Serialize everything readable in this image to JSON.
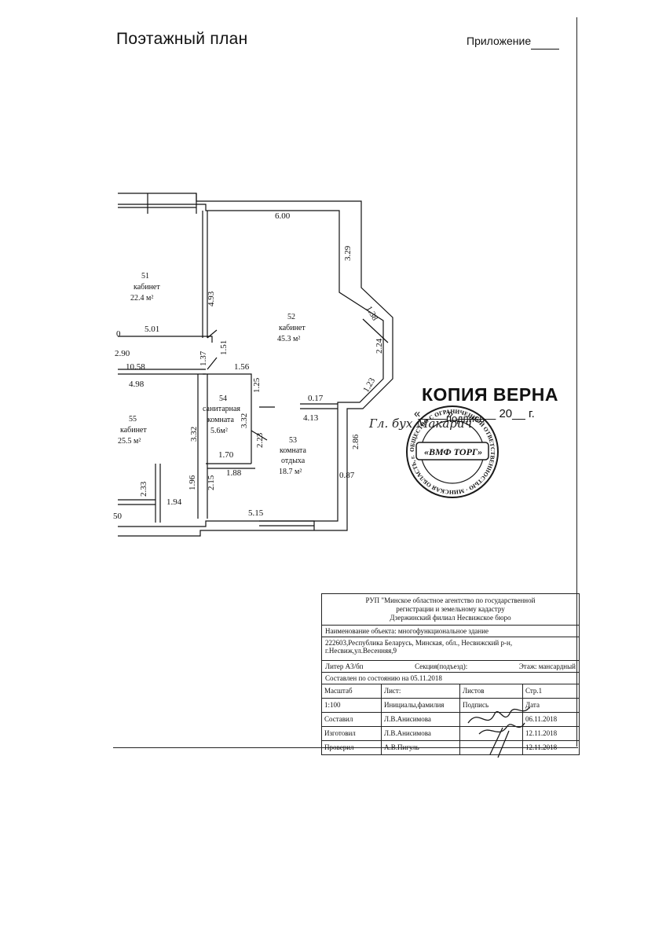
{
  "header": {
    "title": "Поэтажный план",
    "appendix_label": "Приложение"
  },
  "rooms": [
    {
      "number": "51",
      "name": "кабинет",
      "area": "22.4 м²"
    },
    {
      "number": "52",
      "name": "кабинет",
      "area": "45.3 м²"
    },
    {
      "number": "53",
      "name_line1": "комната",
      "name_line2": "отдыха",
      "area": "18.7 м²"
    },
    {
      "number": "54",
      "name_line1": "санитарная",
      "name_line2": "комната",
      "area": "5.6м²"
    },
    {
      "number": "55",
      "name": "кабинет",
      "area": "25.5 м²"
    }
  ],
  "dimensions": {
    "d600": "6.00",
    "d329": "3.29",
    "d138": "1.38",
    "d224": "2.24",
    "d123": "1.23",
    "d493": "4.93",
    "d501": "5.01",
    "d290": "2.90",
    "d151": "1.51",
    "d137": "1.37",
    "d1058": "10.58",
    "d156": "1.56",
    "d498": "4.98",
    "d125": "1.25",
    "d017": "0.17",
    "d413": "4.13",
    "d332a": "3.32",
    "d332b": "3.32",
    "d223": "2.23",
    "d286": "2.86",
    "d170": "1.70",
    "d188": "1.88",
    "d087": "0.87",
    "d233": "2.33",
    "d196": "1.96",
    "d215": "2.15",
    "d194": "1.94",
    "d515": "5.15",
    "d50": "50",
    "d0": "0"
  },
  "stamp": {
    "copy_text": "КОПИЯ ВЕРНА",
    "date_text": "«____» ______ 20__ г.",
    "handwriting": "Гл. бух                        Макарич",
    "signature_label": "подпись",
    "seal_center": "«ВМФ ТОРГ»",
    "seal_outer": "ОБЩЕСТВО С ОГРАНИЧЕННОЙ ОТВЕТСТВЕННОСТЬЮ · МИНСКАЯ ОБЛАСТЬ, г. НЕСВИЖ · РЕСПУБЛИКА БЕЛАРУСЬ ·"
  },
  "title_block": {
    "agency_line1": "РУП \"Минское областное агентство по государственной",
    "agency_line2": "регистрации и земельному кадастру",
    "agency_line3": "Дзержинский филиал   Несвижское   бюро",
    "object_name": "Наименование объекта: многофункциональное здание",
    "address_line1": "222603,Республика Беларусь, Минская, обл., Несвижский р-н,",
    "address_line2": "г.Несвиж,ул.Весенняя,9",
    "litera": "Литер  А3/бп",
    "section": "Секция(подъезд):",
    "floor": "Этаж:  мансардный",
    "compiled_state": "Составлен по состоянию на 05.11.2018",
    "scale_label": "Масштаб",
    "sheet_label": "Лист:",
    "sheets_label": "Листов",
    "page_label": "Стр.1",
    "scale_value": "1:100",
    "initials_label": "Инициалы,фамилия",
    "signature_label": "Подпись",
    "date_label": "Дата",
    "rows": [
      {
        "role": "Составил",
        "name": "Л.В.Анисимова",
        "date": "06.11.2018"
      },
      {
        "role": "Изготовил",
        "name": "Л.В.Анисимова",
        "date": "12.11.2018"
      },
      {
        "role": "Проверил",
        "name": "А.В.Пигуль",
        "date": "12.11.2018"
      }
    ]
  },
  "colors": {
    "ink": "#111111",
    "stamp_ink": "#1a1a1a",
    "paper": "#ffffff"
  }
}
